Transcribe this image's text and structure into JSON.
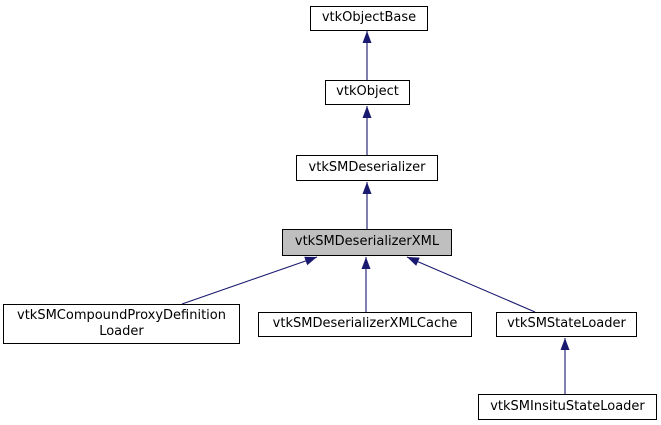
{
  "diagram": {
    "type": "class-inheritance-graph",
    "nodes": {
      "objectBase": {
        "label": "vtkObjectBase",
        "highlighted": false
      },
      "object": {
        "label": "vtkObject",
        "highlighted": false
      },
      "deserializer": {
        "label": "vtkSMDeserializer",
        "highlighted": false
      },
      "deserializerXML": {
        "label": "vtkSMDeserializerXML",
        "highlighted": true
      },
      "compoundLoader": {
        "label": "vtkSMCompoundProxyDefinition\nLoader",
        "highlighted": false
      },
      "xmlCache": {
        "label": "vtkSMDeserializerXMLCache",
        "highlighted": false
      },
      "stateLoader": {
        "label": "vtkSMStateLoader",
        "highlighted": false
      },
      "insituLoader": {
        "label": "vtkSMInsituStateLoader",
        "highlighted": false
      }
    },
    "edges": [
      {
        "derived": "vtkObject",
        "base": "vtkObjectBase"
      },
      {
        "derived": "vtkSMDeserializer",
        "base": "vtkObject"
      },
      {
        "derived": "vtkSMDeserializerXML",
        "base": "vtkSMDeserializer"
      },
      {
        "derived": "vtkSMCompoundProxyDefinitionLoader",
        "base": "vtkSMDeserializerXML"
      },
      {
        "derived": "vtkSMDeserializerXMLCache",
        "base": "vtkSMDeserializerXML"
      },
      {
        "derived": "vtkSMStateLoader",
        "base": "vtkSMDeserializerXML"
      },
      {
        "derived": "vtkSMInsituStateLoader",
        "base": "vtkSMStateLoader"
      }
    ],
    "colors": {
      "edge": "#191970",
      "node_border": "#000000",
      "node_fill": "#ffffff",
      "highlight_fill": "#bfbfbf",
      "background": "#ffffff"
    }
  }
}
